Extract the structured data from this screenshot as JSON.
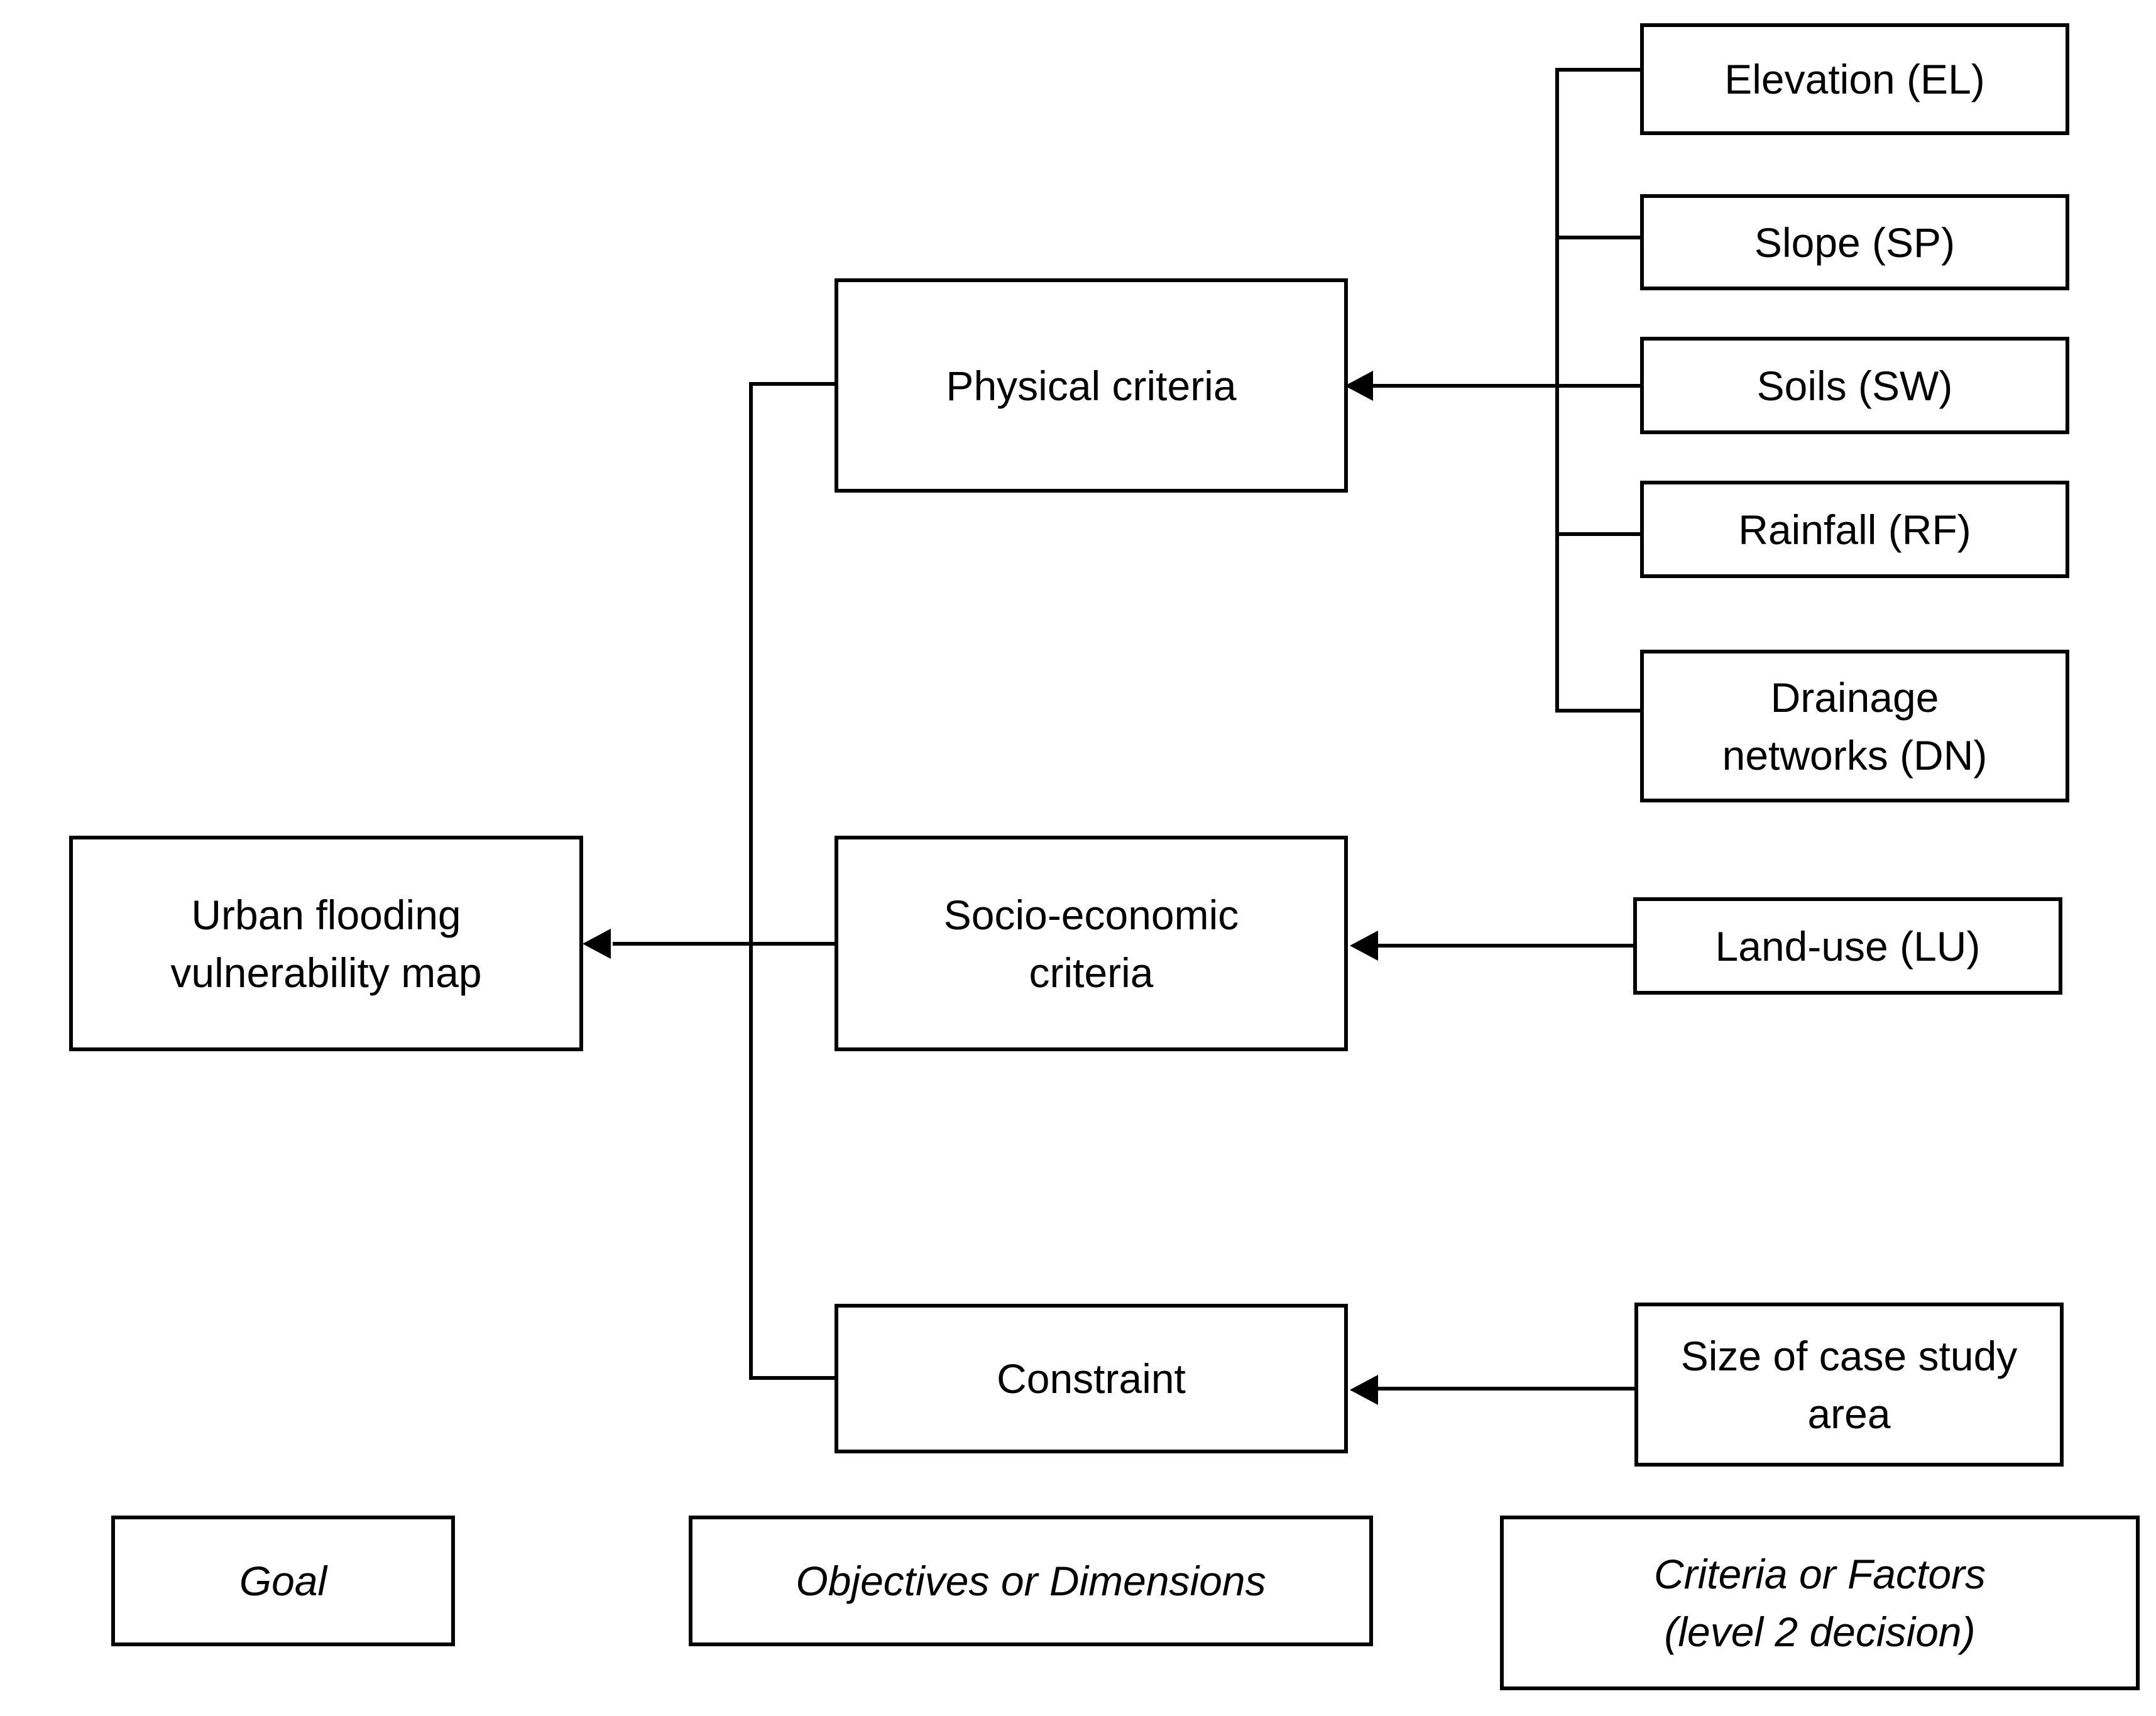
{
  "goal": {
    "line1": "Urban flooding",
    "line2": "vulnerability map"
  },
  "objectives": {
    "physical": "Physical criteria",
    "socio_line1": "Socio-economic",
    "socio_line2": "criteria",
    "constraint": "Constraint"
  },
  "criteria": {
    "elevation": "Elevation (EL)",
    "slope": "Slope (SP)",
    "soils": "Soils (SW)",
    "rainfall": "Rainfall (RF)",
    "drainage_line1": "Drainage",
    "drainage_line2": "networks (DN)",
    "landuse": "Land-use (LU)",
    "size_line1": "Size of case study",
    "size_line2": "area"
  },
  "legend": {
    "goal": "Goal",
    "objectives": "Objectives or Dimensions",
    "criteria_line1": "Criteria or Factors",
    "criteria_line2": "(level 2 decision)"
  }
}
